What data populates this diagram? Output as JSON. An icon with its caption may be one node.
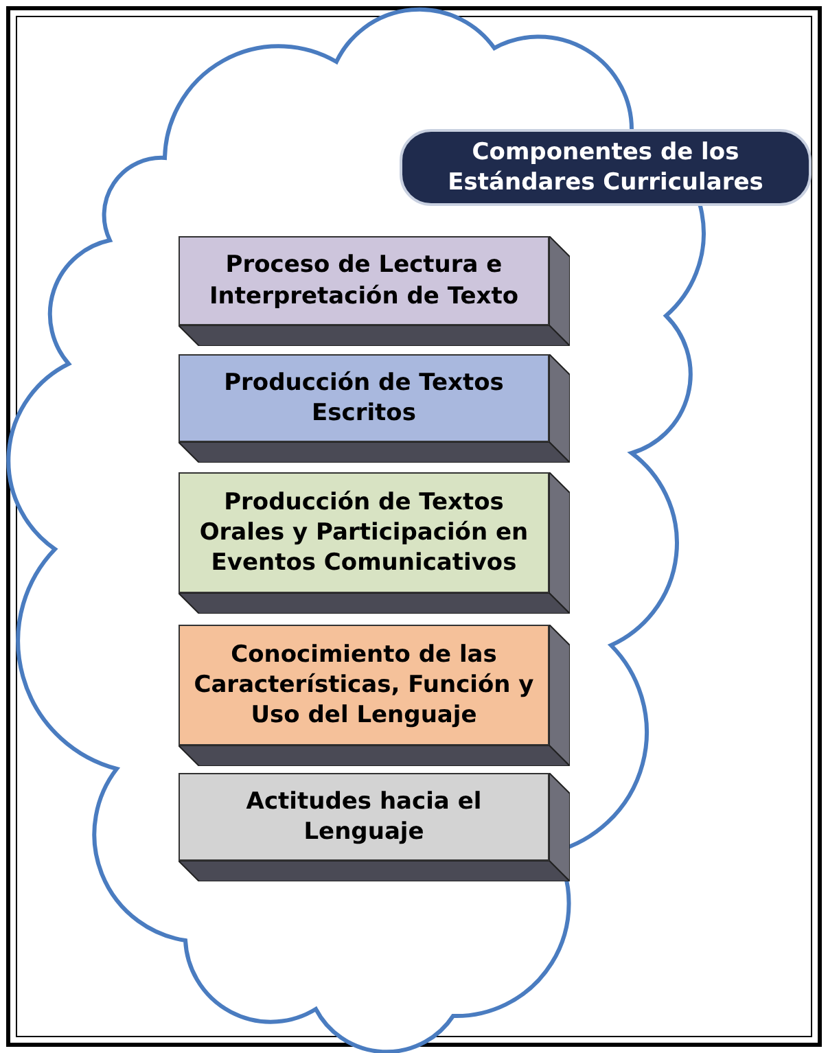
{
  "diagram": {
    "nodes": [
      {
        "text": [
          "Componentes de los Estándares Curriculares"
        ]
      },
      {
        "text": [
          "Proceso de Lectura e Interpretación de Texto"
        ]
      },
      {
        "text": [
          "Producción de Textos Escritos"
        ]
      },
      {
        "text": [
          "Producción de Textos Orales y Participación en Eventos Comunicativos"
        ]
      },
      {
        "text": [
          "Conocimiento de las Características, Función y Uso del Lenguaje"
        ]
      },
      {
        "text": [
          "Actitudes hacia el Lenguaje"
        ]
      }
    ],
    "edges": []
  }
}
